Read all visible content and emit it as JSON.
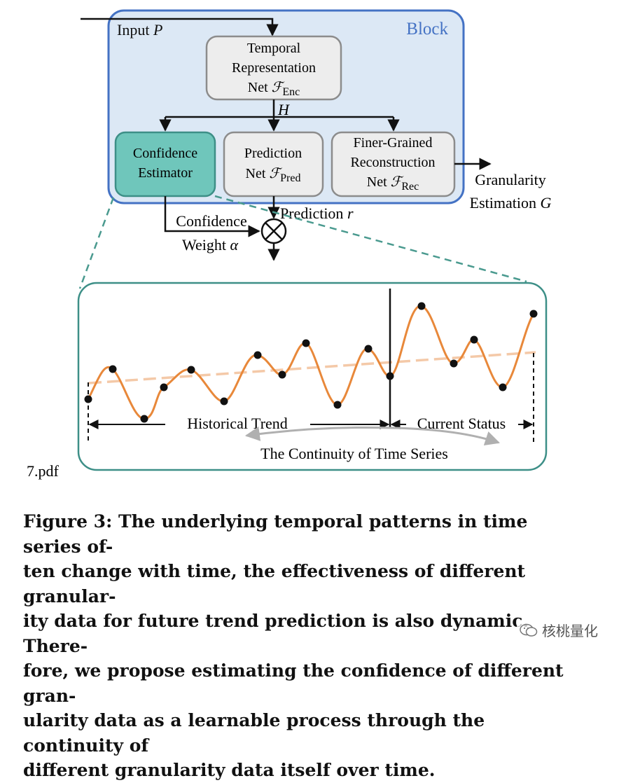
{
  "diagram": {
    "block_title": "Block",
    "input_label": "Input ",
    "input_var": "P",
    "temporal": {
      "line1": "Temporal",
      "line2": "Representation",
      "line3": "Net ",
      "symbol": "ℱ",
      "sub": "Enc"
    },
    "h_label": "H",
    "confidence": {
      "line1": "Confidence",
      "line2": "Estimator"
    },
    "prediction": {
      "line1": "Prediction",
      "line2": "Net ",
      "symbol": "ℱ",
      "sub": "Pred"
    },
    "reconstruction": {
      "line1": "Finer-Grained",
      "line2": "Reconstruction",
      "line3": "Net ",
      "symbol": "ℱ",
      "sub": "Rec"
    },
    "granularity": {
      "line1": "Granularity",
      "line2": "Estimation ",
      "var": "G"
    },
    "prediction_out": {
      "text": "Prediction ",
      "var": "r"
    },
    "confidence_weight": {
      "line1": "Confidence",
      "line2": "Weight ",
      "var": "α"
    },
    "multiply_symbol": "⊗",
    "filename": "7.pdf",
    "series": {
      "historical": "Historical Trend",
      "current": "Current Status",
      "continuity": "The Continuity of  Time Series"
    }
  },
  "colors": {
    "block_fill": "#dce8f5",
    "block_stroke": "#4472c4",
    "block_title": "#4472c4",
    "box_fill": "#ededed",
    "box_stroke": "#8c8c8c",
    "confidence_fill": "#6fc6bb",
    "confidence_stroke": "#3d8f87",
    "teal": "#4a9a8f",
    "curve": "#e8883a",
    "trend": "#f4c9a8"
  },
  "caption": "Figure 3: The underlying temporal patterns in time series of-ten change with time, the effectiveness of different granular-ity data for future trend prediction is also dynamic. There-fore, we propose estimating the confidence of different gran-ularity data as a learnable process through the continuity of different granularity data itself over time.",
  "caption_lines": [
    "Figure 3: The underlying temporal patterns in time series of-",
    "ten change with time, the effectiveness of different granular-",
    "ity data for future trend prediction is also dynamic. There-",
    "fore, we propose estimating the confidence of different gran-",
    "ularity data as a learnable process through the continuity of",
    "different granularity data itself over time."
  ],
  "watermark": "核桃量化"
}
